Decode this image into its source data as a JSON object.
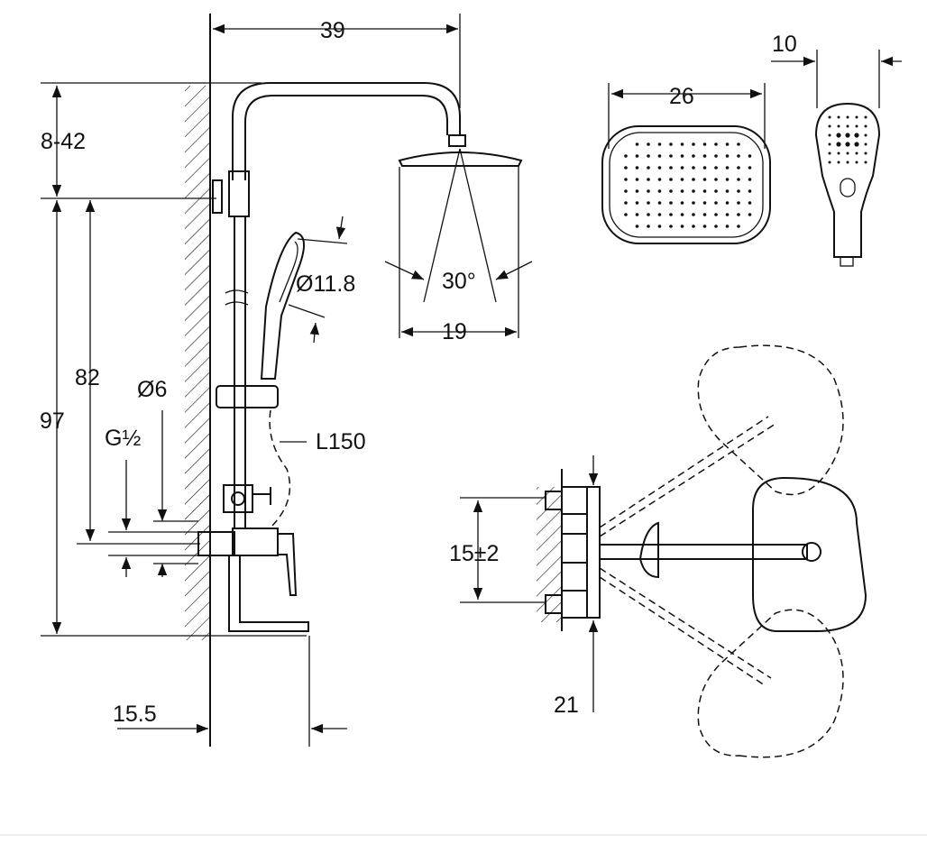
{
  "diagram": {
    "dimensions": {
      "total_width": "39",
      "handshower_depth": "10",
      "head_width": "26",
      "height_adjust": "8-42",
      "handshower_diameter": "Ø11.8",
      "spray_angle": "30°",
      "head_spray": "19",
      "mixer_height": "82",
      "pipe_diameter": "Ø6",
      "total_height": "97",
      "hose_length": "L150",
      "thread": "G½",
      "inlet_spacing": "15±2",
      "wall_offset": "15.5",
      "spout_projection": "21"
    }
  }
}
